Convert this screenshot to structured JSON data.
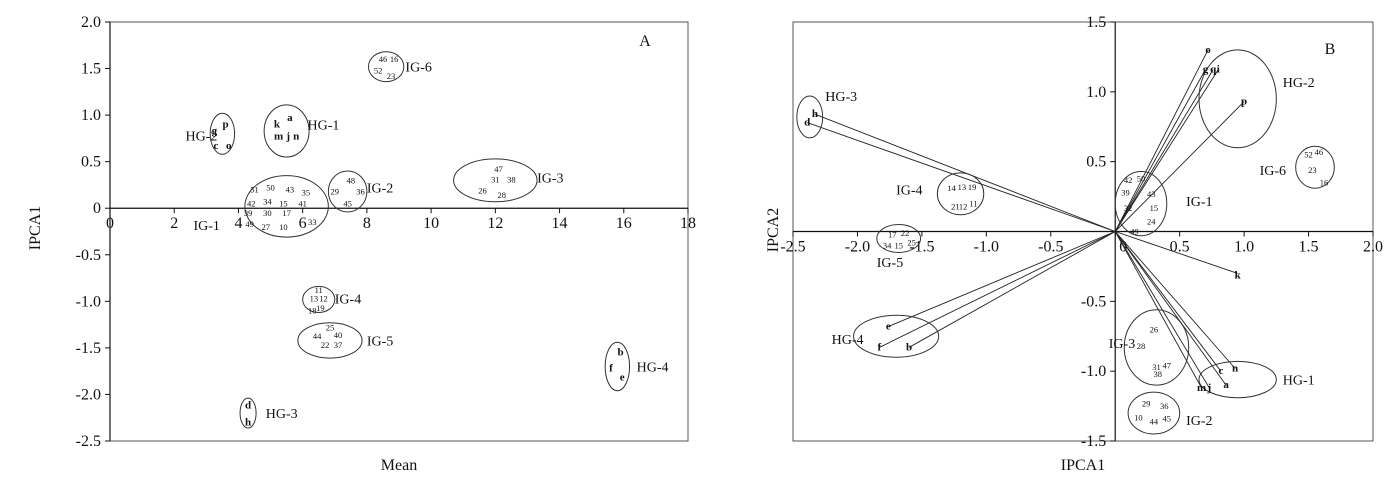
{
  "chart_data": [
    {
      "type": "scatter",
      "panel_label": "A",
      "xlabel": "Mean",
      "ylabel": "IPCA1",
      "xlim": [
        0,
        18
      ],
      "ylim": [
        -2.5,
        2.0
      ],
      "x_ticks": [
        0,
        2,
        4,
        6,
        8,
        10,
        12,
        14,
        16,
        18
      ],
      "y_ticks": [
        2.0,
        1.5,
        1.0,
        0.5,
        0,
        -0.5,
        -1.0,
        -1.5,
        -2.0,
        -2.5
      ],
      "x_tick_labels": [
        "0",
        "2",
        "4",
        "6",
        "8",
        "10",
        "12",
        "14",
        "16",
        "18"
      ],
      "y_tick_labels": [
        "2.0",
        "1.5",
        "1.0",
        "0.5",
        "0",
        "-0.5",
        "-1.0",
        "-1.5",
        "-2.0",
        "-2.5"
      ],
      "groups": [
        {
          "name": "IG-6",
          "cx": 8.6,
          "cy": 1.52,
          "rx": 0.55,
          "ry": 0.16,
          "label_pos": [
            9.2,
            1.52
          ],
          "points": [
            {
              "label": "46",
              "x": 8.5,
              "y": 1.6
            },
            {
              "label": "16",
              "x": 8.85,
              "y": 1.6
            },
            {
              "label": "52",
              "x": 8.35,
              "y": 1.48
            },
            {
              "label": "23",
              "x": 8.75,
              "y": 1.42
            }
          ]
        },
        {
          "name": "HG-1",
          "cx": 5.5,
          "cy": 0.83,
          "rx": 0.7,
          "ry": 0.28,
          "label_pos": [
            6.15,
            0.9
          ],
          "points": [
            {
              "label": "a",
              "x": 5.6,
              "y": 0.97,
              "bold": true
            },
            {
              "label": "k",
              "x": 5.2,
              "y": 0.9,
              "bold": true
            },
            {
              "label": "m",
              "x": 5.25,
              "y": 0.77,
              "bold": true
            },
            {
              "label": "j",
              "x": 5.55,
              "y": 0.77,
              "bold": true
            },
            {
              "label": "n",
              "x": 5.8,
              "y": 0.77,
              "bold": true
            }
          ]
        },
        {
          "name": "HG-2",
          "cx": 3.5,
          "cy": 0.8,
          "rx": 0.38,
          "ry": 0.22,
          "label_pos": [
            2.35,
            0.78
          ],
          "points": [
            {
              "label": "p",
              "x": 3.6,
              "y": 0.9,
              "bold": true
            },
            {
              "label": "g",
              "x": 3.25,
              "y": 0.83,
              "bold": true
            },
            {
              "label": "c",
              "x": 3.3,
              "y": 0.67,
              "bold": true
            },
            {
              "label": "o",
              "x": 3.7,
              "y": 0.67,
              "bold": true
            }
          ]
        },
        {
          "name": "IG-2",
          "cx": 7.4,
          "cy": 0.18,
          "rx": 0.6,
          "ry": 0.22,
          "label_pos": [
            8.0,
            0.22
          ],
          "points": [
            {
              "label": "48",
              "x": 7.5,
              "y": 0.3
            },
            {
              "label": "29",
              "x": 7.0,
              "y": 0.18
            },
            {
              "label": "36",
              "x": 7.8,
              "y": 0.18
            },
            {
              "label": "45",
              "x": 7.4,
              "y": 0.05
            }
          ]
        },
        {
          "name": "IG-3",
          "cx": 12.0,
          "cy": 0.3,
          "rx": 1.3,
          "ry": 0.23,
          "label_pos": [
            13.3,
            0.33
          ],
          "points": [
            {
              "label": "47",
              "x": 12.1,
              "y": 0.42
            },
            {
              "label": "31",
              "x": 12.0,
              "y": 0.31
            },
            {
              "label": "38",
              "x": 12.5,
              "y": 0.31
            },
            {
              "label": "26",
              "x": 11.6,
              "y": 0.19
            },
            {
              "label": "28",
              "x": 12.2,
              "y": 0.14
            }
          ]
        },
        {
          "name": "IG-1",
          "cx": 5.5,
          "cy": 0.02,
          "rx": 1.3,
          "ry": 0.33,
          "label_pos": [
            2.6,
            -0.18
          ],
          "points": [
            {
              "label": "51",
              "x": 4.5,
              "y": 0.2
            },
            {
              "label": "50",
              "x": 5.0,
              "y": 0.22
            },
            {
              "label": "43",
              "x": 5.6,
              "y": 0.2
            },
            {
              "label": "35",
              "x": 6.1,
              "y": 0.17
            },
            {
              "label": "42",
              "x": 4.4,
              "y": 0.05
            },
            {
              "label": "34",
              "x": 4.9,
              "y": 0.07
            },
            {
              "label": "15",
              "x": 5.4,
              "y": 0.05
            },
            {
              "label": "41",
              "x": 6.0,
              "y": 0.05
            },
            {
              "label": "39",
              "x": 4.3,
              "y": -0.05
            },
            {
              "label": "30",
              "x": 4.9,
              "y": -0.05
            },
            {
              "label": "17",
              "x": 5.5,
              "y": -0.05
            },
            {
              "label": "33",
              "x": 6.3,
              "y": -0.15
            },
            {
              "label": "49",
              "x": 4.35,
              "y": -0.17
            },
            {
              "label": "27",
              "x": 4.85,
              "y": -0.2
            },
            {
              "label": "10",
              "x": 5.4,
              "y": -0.2
            }
          ]
        },
        {
          "name": "IG-4",
          "cx": 6.5,
          "cy": -0.98,
          "rx": 0.5,
          "ry": 0.14,
          "label_pos": [
            7.0,
            -0.97
          ],
          "points": [
            {
              "label": "11",
              "x": 6.5,
              "y": -0.88
            },
            {
              "label": "13",
              "x": 6.35,
              "y": -0.97
            },
            {
              "label": "12",
              "x": 6.65,
              "y": -0.97
            },
            {
              "label": "18",
              "x": 6.3,
              "y": -1.1
            },
            {
              "label": "19",
              "x": 6.55,
              "y": -1.07
            }
          ]
        },
        {
          "name": "IG-5",
          "cx": 6.85,
          "cy": -1.42,
          "rx": 1.0,
          "ry": 0.19,
          "label_pos": [
            8.0,
            -1.42
          ],
          "points": [
            {
              "label": "25",
              "x": 6.85,
              "y": -1.28
            },
            {
              "label": "44",
              "x": 6.45,
              "y": -1.37
            },
            {
              "label": "40",
              "x": 7.1,
              "y": -1.36
            },
            {
              "label": "22",
              "x": 6.7,
              "y": -1.47
            },
            {
              "label": "37",
              "x": 7.1,
              "y": -1.47
            }
          ]
        },
        {
          "name": "HG-4",
          "cx": 15.8,
          "cy": -1.7,
          "rx": 0.38,
          "ry": 0.26,
          "label_pos": [
            16.4,
            -1.7
          ],
          "points": [
            {
              "label": "b",
              "x": 15.9,
              "y": -1.55,
              "bold": true
            },
            {
              "label": "f",
              "x": 15.6,
              "y": -1.72,
              "bold": true
            },
            {
              "label": "e",
              "x": 15.95,
              "y": -1.82,
              "bold": true
            }
          ]
        },
        {
          "name": "HG-3",
          "cx": 4.3,
          "cy": -2.2,
          "rx": 0.25,
          "ry": 0.16,
          "label_pos": [
            4.85,
            -2.2
          ],
          "points": [
            {
              "label": "d",
              "x": 4.3,
              "y": -2.12,
              "bold": true
            },
            {
              "label": "h",
              "x": 4.3,
              "y": -2.3,
              "bold": true
            }
          ]
        }
      ]
    },
    {
      "type": "biplot",
      "panel_label": "B",
      "xlabel": "IPCA1",
      "ylabel": "IPCA2",
      "xlim": [
        -2.5,
        2.0
      ],
      "ylim": [
        -1.5,
        1.5
      ],
      "x_ticks": [
        -2.5,
        -2.0,
        -1.5,
        -1.0,
        -0.5,
        0,
        0.5,
        1.0,
        1.5,
        2.0
      ],
      "y_ticks": [
        1.5,
        1.0,
        0.5,
        -0.5,
        -1.0,
        -1.5
      ],
      "x_tick_labels": [
        "-2.5",
        "-2.0",
        "-1.5",
        "-1.0",
        "-0.5",
        "0",
        "0.5",
        "1.0",
        "1.5",
        "2.0"
      ],
      "y_tick_labels": [
        "1.5",
        "1.0",
        "0.5",
        "-0.5",
        "-1.0",
        "-1.5"
      ],
      "groups": [
        {
          "name": "HG-3",
          "cx": -2.37,
          "cy": 0.82,
          "rx": 0.1,
          "ry": 0.15,
          "label_pos": [
            -2.25,
            0.97
          ],
          "points": [
            {
              "label": "d",
              "x": -2.39,
              "y": 0.78,
              "bold": true,
              "vector": true
            },
            {
              "label": "h",
              "x": -2.33,
              "y": 0.84,
              "bold": true,
              "vector": true
            }
          ]
        },
        {
          "name": "HG-2",
          "cx": 0.95,
          "cy": 0.95,
          "rx": 0.3,
          "ry": 0.35,
          "label_pos": [
            1.3,
            1.07
          ],
          "points": [
            {
              "label": "o",
              "x": 0.72,
              "y": 1.3,
              "bold": true,
              "vector": true
            },
            {
              "label": "g",
              "x": 0.7,
              "y": 1.16,
              "bold": true,
              "vector": true
            },
            {
              "label": "q",
              "x": 0.76,
              "y": 1.16,
              "bold": true,
              "vector": true
            },
            {
              "label": "i",
              "x": 0.8,
              "y": 1.16,
              "bold": true,
              "vector": true
            },
            {
              "label": "p",
              "x": 1.0,
              "y": 0.93,
              "bold": true,
              "vector": true
            }
          ]
        },
        {
          "name": "IG-6",
          "cx": 1.55,
          "cy": 0.46,
          "rx": 0.15,
          "ry": 0.15,
          "label_pos": [
            1.12,
            0.44
          ],
          "points": [
            {
              "label": "52",
              "x": 1.5,
              "y": 0.55
            },
            {
              "label": "46",
              "x": 1.58,
              "y": 0.57
            },
            {
              "label": "23",
              "x": 1.53,
              "y": 0.44
            },
            {
              "label": "16",
              "x": 1.62,
              "y": 0.35
            }
          ]
        },
        {
          "name": "IG-4",
          "cx": -1.2,
          "cy": 0.27,
          "rx": 0.18,
          "ry": 0.15,
          "label_pos": [
            -1.7,
            0.3
          ],
          "points": [
            {
              "label": "14",
              "x": -1.27,
              "y": 0.31
            },
            {
              "label": "13",
              "x": -1.19,
              "y": 0.32
            },
            {
              "label": "19",
              "x": -1.11,
              "y": 0.32
            },
            {
              "label": "21",
              "x": -1.24,
              "y": 0.18
            },
            {
              "label": "12",
              "x": -1.18,
              "y": 0.18
            },
            {
              "label": "11",
              "x": -1.1,
              "y": 0.2
            }
          ]
        },
        {
          "name": "IG-1",
          "cx": 0.2,
          "cy": 0.2,
          "rx": 0.2,
          "ry": 0.23,
          "label_pos": [
            0.55,
            0.22
          ],
          "points": [
            {
              "label": "42",
              "x": 0.1,
              "y": 0.37
            },
            {
              "label": "50",
              "x": 0.2,
              "y": 0.38
            },
            {
              "label": "39",
              "x": 0.08,
              "y": 0.28
            },
            {
              "label": "43",
              "x": 0.28,
              "y": 0.27
            },
            {
              "label": "32",
              "x": 0.1,
              "y": 0.17
            },
            {
              "label": "15",
              "x": 0.3,
              "y": 0.17
            },
            {
              "label": "24",
              "x": 0.28,
              "y": 0.07
            },
            {
              "label": "49",
              "x": 0.15,
              "y": 0.0
            }
          ]
        },
        {
          "name": "IG-5",
          "cx": -1.68,
          "cy": -0.05,
          "rx": 0.17,
          "ry": 0.1,
          "label_pos": [
            -1.85,
            -0.22
          ],
          "points": [
            {
              "label": "17",
              "x": -1.73,
              "y": -0.02
            },
            {
              "label": "22",
              "x": -1.63,
              "y": -0.01
            },
            {
              "label": "34",
              "x": -1.77,
              "y": -0.1
            },
            {
              "label": "15",
              "x": -1.68,
              "y": -0.1
            },
            {
              "label": "25",
              "x": -1.58,
              "y": -0.08
            }
          ]
        },
        {
          "name": "HG-4",
          "cx": -1.7,
          "cy": -0.75,
          "rx": 0.33,
          "ry": 0.15,
          "label_pos": [
            -2.2,
            -0.77
          ],
          "points": [
            {
              "label": "e",
              "x": -1.76,
              "y": -0.68,
              "bold": true,
              "vector": true
            },
            {
              "label": "f",
              "x": -1.83,
              "y": -0.83,
              "bold": true,
              "vector": true
            },
            {
              "label": "b",
              "x": -1.6,
              "y": -0.83,
              "bold": true,
              "vector": true
            }
          ]
        },
        {
          "name": "IG-3",
          "cx": 0.32,
          "cy": -0.83,
          "rx": 0.25,
          "ry": 0.27,
          "label_pos": [
            -0.05,
            -0.8
          ],
          "points": [
            {
              "label": "26",
              "x": 0.3,
              "y": -0.7
            },
            {
              "label": "28",
              "x": 0.2,
              "y": -0.82
            },
            {
              "label": "31",
              "x": 0.32,
              "y": -0.97
            },
            {
              "label": "47",
              "x": 0.4,
              "y": -0.96
            },
            {
              "label": "38",
              "x": 0.33,
              "y": -1.02
            }
          ]
        },
        {
          "name": "HG-1",
          "cx": 0.95,
          "cy": -1.06,
          "rx": 0.3,
          "ry": 0.13,
          "label_pos": [
            1.3,
            -1.06
          ],
          "points": [
            {
              "label": "c",
              "x": 0.82,
              "y": -1.0,
              "bold": true,
              "vector": true
            },
            {
              "label": "n",
              "x": 0.93,
              "y": -0.98,
              "bold": true,
              "vector": true
            },
            {
              "label": "m",
              "x": 0.67,
              "y": -1.12,
              "bold": true,
              "vector": true
            },
            {
              "label": "j",
              "x": 0.73,
              "y": -1.12,
              "bold": true,
              "vector": true
            },
            {
              "label": "a",
              "x": 0.86,
              "y": -1.1,
              "bold": true,
              "vector": true
            }
          ]
        },
        {
          "name": "IG-2",
          "cx": 0.3,
          "cy": -1.3,
          "rx": 0.2,
          "ry": 0.15,
          "label_pos": [
            0.55,
            -1.35
          ],
          "points": [
            {
              "label": "29",
              "x": 0.24,
              "y": -1.23
            },
            {
              "label": "36",
              "x": 0.38,
              "y": -1.25
            },
            {
              "label": "10",
              "x": 0.18,
              "y": -1.33
            },
            {
              "label": "44",
              "x": 0.3,
              "y": -1.36
            },
            {
              "label": "45",
              "x": 0.4,
              "y": -1.34
            }
          ]
        }
      ],
      "vectors": [
        {
          "label": "k",
          "x": 0.95,
          "y": -0.3,
          "bold": true
        }
      ]
    }
  ]
}
